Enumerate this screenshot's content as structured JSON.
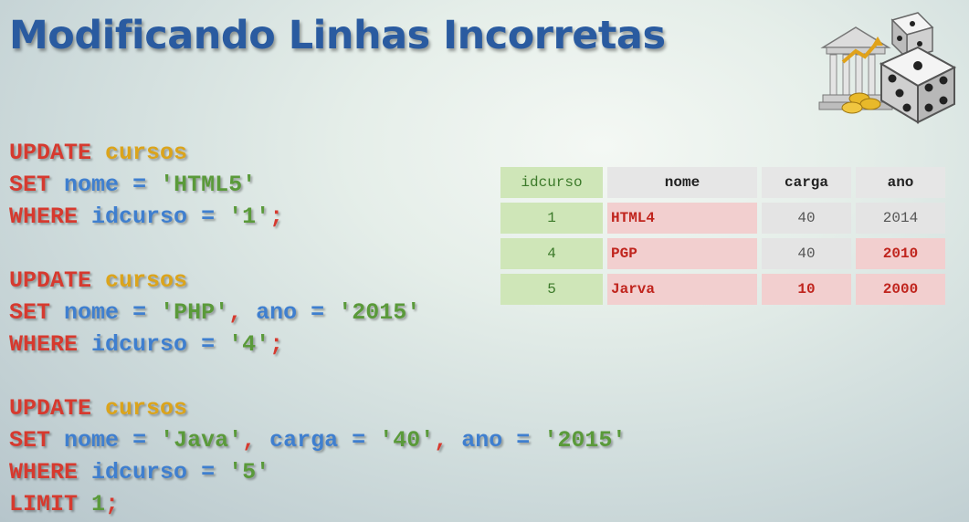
{
  "title": "Modificando Linhas Incorretas",
  "code": {
    "block1": {
      "l1_kw": "UPDATE",
      "l1_tb": "cursos",
      "l2_kw": "SET",
      "l2_col": "nome",
      "l2_op": "=",
      "l2_str": "'HTML5'",
      "l3_kw": "WHERE",
      "l3_col": "idcurso",
      "l3_op": "=",
      "l3_str": "'1'",
      "l3_pun": ";"
    },
    "block2": {
      "l1_kw": "UPDATE",
      "l1_tb": "cursos",
      "l2_kw": "SET",
      "l2_col1": "nome",
      "l2_op1": "=",
      "l2_str1": "'PHP'",
      "l2_pun": ",",
      "l2_col2": "ano",
      "l2_op2": "=",
      "l2_str2": "'2015'",
      "l3_kw": "WHERE",
      "l3_col": "idcurso",
      "l3_op": "=",
      "l3_str": "'4'",
      "l3_pun": ";"
    },
    "block3": {
      "l1_kw": "UPDATE",
      "l1_tb": "cursos",
      "l2_kw": "SET",
      "l2_col1": "nome",
      "l2_op1": "=",
      "l2_str1": "'Java'",
      "l2_pun1": ",",
      "l2_col2": "carga",
      "l2_op2": "=",
      "l2_str2": "'40'",
      "l2_pun2": ",",
      "l2_col3": "ano",
      "l2_op3": "=",
      "l2_str3": "'2015'",
      "l3_kw": "WHERE",
      "l3_col": "idcurso",
      "l3_op": "=",
      "l3_str": "'5'",
      "l4_kw": "LIMIT",
      "l4_num": "1",
      "l4_pun": ";"
    }
  },
  "table": {
    "headers": [
      "idcurso",
      "nome",
      "carga",
      "ano"
    ],
    "rows": [
      {
        "idcurso": "1",
        "nome": "HTML4",
        "carga": "40",
        "ano": "2014"
      },
      {
        "idcurso": "4",
        "nome": "PGP",
        "carga": "40",
        "ano": "2010"
      },
      {
        "idcurso": "5",
        "nome": "Jarva",
        "carga": "10",
        "ano": "2000"
      }
    ]
  },
  "logo": {
    "icon": "bank-building-dice-icon"
  },
  "colors": {
    "title": "#2a5ba0",
    "keyword": "#d63a2f",
    "table_name": "#dba41c",
    "column": "#3f7fcf",
    "string": "#5a9a3a",
    "id_cell": "#cfe6b8",
    "error_cell": "#f2cfcf"
  }
}
